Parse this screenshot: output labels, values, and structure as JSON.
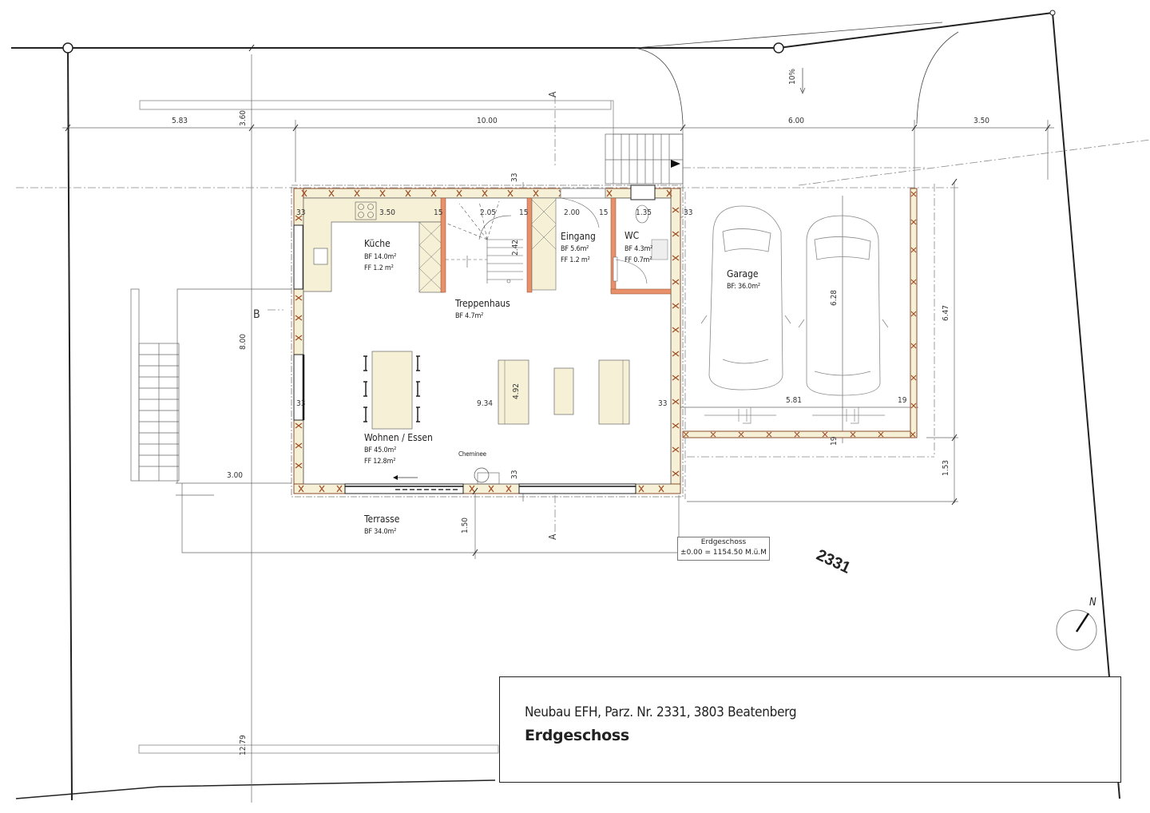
{
  "title_block": {
    "project": "Neubau EFH, Parz. Nr. 2331, 3803 Beatenberg",
    "floor": "Erdgeschoss"
  },
  "level": {
    "name": "Erdgeschoss",
    "elevation": "±0.00 = 1154.50 M.ü.M"
  },
  "parcel_number": "2331",
  "north_label": "N",
  "slope_label": "10%",
  "section_labels": {
    "a_top": "A",
    "a_bottom": "A",
    "b": "B"
  },
  "colors": {
    "wall_fill": "#f6f1d6",
    "wall_accent": "#e8906a",
    "wall_outline": "#8a4a2a",
    "line": "#222222",
    "thin_line": "#888888"
  },
  "rooms": [
    {
      "name": "Küche",
      "bf": "BF 14.0m²",
      "ff": "FF 1.2 m²"
    },
    {
      "name": "Treppenhaus",
      "bf": "BF 4.7m²"
    },
    {
      "name": "Eingang",
      "bf": "BF 5.6m²",
      "ff": "FF 1.2 m²"
    },
    {
      "name": "WC",
      "bf": "BF 4.3m²",
      "ff": "FF 0.7m²"
    },
    {
      "name": "Garage",
      "bf": "BF: 36.0m²"
    },
    {
      "name": "Wohnen / Essen",
      "bf": "BF 45.0m²",
      "ff": "FF 12.8m²"
    },
    {
      "name": "Terrasse",
      "bf": "BF 34.0m²"
    }
  ],
  "fixtures": {
    "fireplace": "Cheminee"
  },
  "dimensions": {
    "top_left": "5.83",
    "top_house": "10.00",
    "top_garage": "6.00",
    "top_right": "3.50",
    "vertical_top": "3.60",
    "vertical_house": "8.00",
    "vertical_bottom": "12.79",
    "terrace_width": "3.00",
    "terrace_depth": "1.50",
    "kitchen_width": "3.50",
    "stair_width": "2.05",
    "stair_depth": "2.42",
    "entry_width": "2.00",
    "wc_width": "1.35",
    "wall_15a": "15",
    "wall_15b": "15",
    "wall_15c": "15",
    "wall_33_tl": "33",
    "wall_33_tr": "33",
    "wall_33_top": "33",
    "wall_33_left": "33",
    "wall_33_right": "33",
    "wall_33_bottom": "33",
    "living_width": "9.34",
    "living_depth": "4.92",
    "garage_width": "5.81",
    "garage_depth": "6.28",
    "garage_outer": "6.47",
    "garage_wall_a": "19",
    "garage_wall_b": "19",
    "garage_front": "1.53"
  }
}
